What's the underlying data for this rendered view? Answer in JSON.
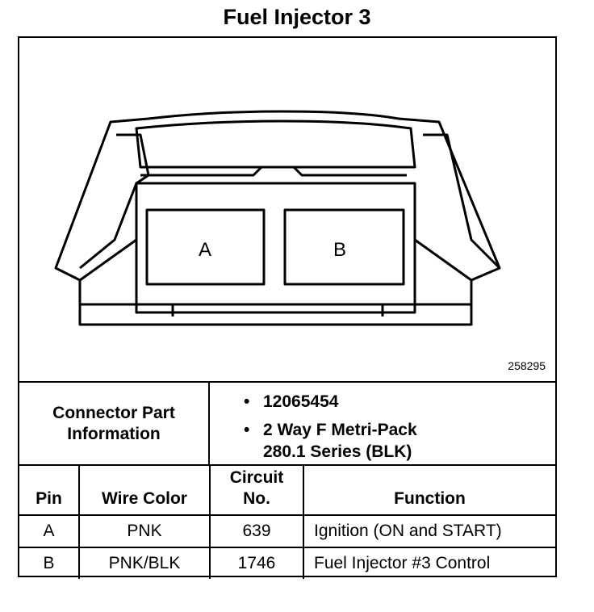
{
  "title": "Fuel Injector 3",
  "diagram": {
    "pin_a_label": "A",
    "pin_b_label": "B",
    "image_id": "258295"
  },
  "connector_info": {
    "label": "Connector Part\nInformation",
    "items": [
      "12065454",
      "2 Way F Metri-Pack\n280.1 Series (BLK)"
    ]
  },
  "pin_table": {
    "headers": [
      "Pin",
      "Wire Color",
      "Circuit\nNo.",
      "Function"
    ],
    "rows": [
      {
        "pin": "A",
        "wire_color": "PNK",
        "circuit": "639",
        "function": "Ignition (ON and START)"
      },
      {
        "pin": "B",
        "wire_color": "PNK/BLK",
        "circuit": "1746",
        "function": "Fuel Injector #3 Control"
      }
    ]
  }
}
